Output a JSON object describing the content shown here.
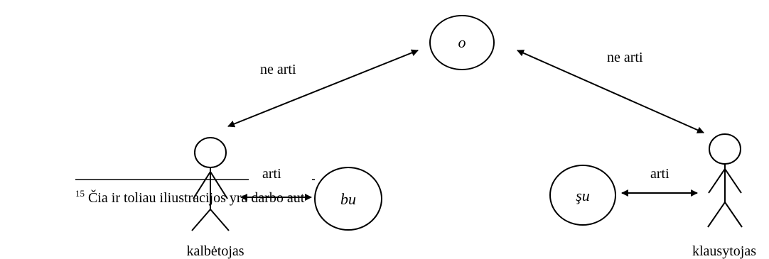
{
  "diagram": {
    "nodes": {
      "o": "o",
      "bu": "bu",
      "su": "şu"
    },
    "figures": {
      "speaker": "kalbėtojas",
      "listener": "klausytojas"
    },
    "relations": {
      "far_left": "ne arti",
      "far_right": "ne arti",
      "near_left": "arti",
      "near_right": "arti"
    },
    "footnote": {
      "number": "15",
      "text": " Čia ir toliau iliustracijos yra darbo aut"
    },
    "colors": {
      "stroke": "#000000",
      "background": "#ffffff"
    }
  }
}
